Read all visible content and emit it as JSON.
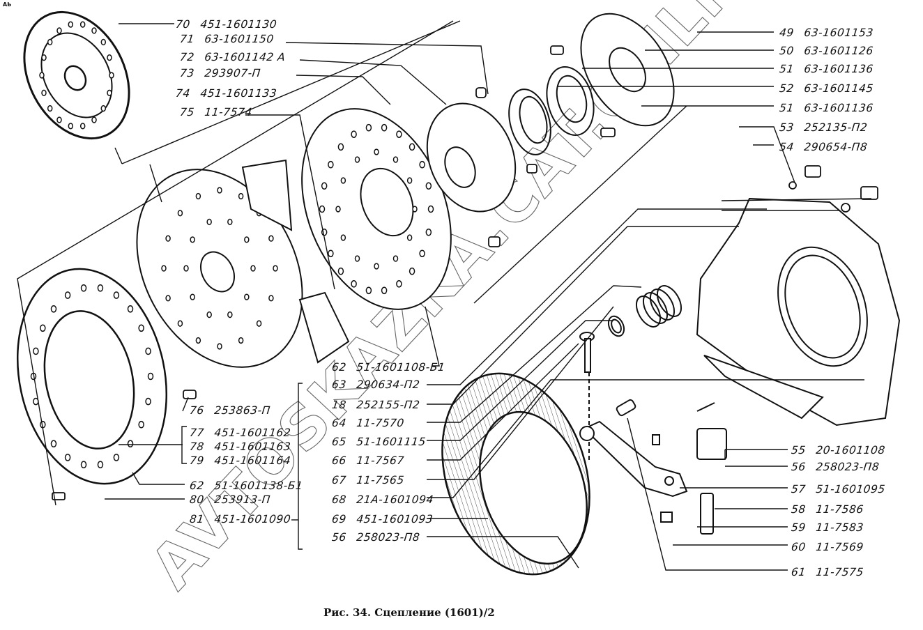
{
  "figure": {
    "caption": "Рис. 34. Сцепление (1601)/2",
    "corner_mark": "AЬ",
    "watermark": "AVTOSKAZKA.CAT.ONLINE",
    "ink_color": "#111111",
    "background_color": "#ffffff"
  },
  "callouts": {
    "top_left": [
      {
        "num": "70",
        "part": "451-1601130"
      },
      {
        "num": "71",
        "part": "63-1601150"
      },
      {
        "num": "72",
        "part": "63-1601142 A"
      },
      {
        "num": "73",
        "part": "293907-П"
      },
      {
        "num": "74",
        "part": "451-1601133"
      },
      {
        "num": "75",
        "part": "11-7574"
      }
    ],
    "top_right": [
      {
        "num": "49",
        "part": "63-1601153"
      },
      {
        "num": "50",
        "part": "63-1601126"
      },
      {
        "num": "51",
        "part": "63-1601136"
      },
      {
        "num": "52",
        "part": "63-1601145"
      },
      {
        "num": "51",
        "part": "63-1601136"
      },
      {
        "num": "53",
        "part": "252135-П2"
      },
      {
        "num": "54",
        "part": "290654-П8"
      }
    ],
    "bottom_left": [
      {
        "num": "76",
        "part": "253863-П"
      },
      {
        "num": "77",
        "part": "451-1601162"
      },
      {
        "num": "78",
        "part": "451-1601163"
      },
      {
        "num": "79",
        "part": "451-1601164"
      },
      {
        "num": "62",
        "part": "51-1601138-Б1"
      },
      {
        "num": "80",
        "part": "253913-П"
      },
      {
        "num": "81",
        "part": "451-1601090"
      }
    ],
    "bottom_center": [
      {
        "num": "62",
        "part": "51-1601108-Б1"
      },
      {
        "num": "63",
        "part": "290634-П2"
      },
      {
        "num": "18",
        "part": "252155-П2"
      },
      {
        "num": "64",
        "part": "11-7570"
      },
      {
        "num": "65",
        "part": "51-1601115"
      },
      {
        "num": "66",
        "part": "11-7567"
      },
      {
        "num": "67",
        "part": "11-7565"
      },
      {
        "num": "68",
        "part": "21А-1601094"
      },
      {
        "num": "69",
        "part": "451-1601093"
      },
      {
        "num": "56",
        "part": "258023-П8"
      }
    ],
    "bottom_right": [
      {
        "num": "55",
        "part": "20-1601108"
      },
      {
        "num": "56",
        "part": "258023-П8"
      },
      {
        "num": "57",
        "part": "51-1601095"
      },
      {
        "num": "58",
        "part": "11-7586"
      },
      {
        "num": "59",
        "part": "11-7583"
      },
      {
        "num": "60",
        "part": "11-7569"
      },
      {
        "num": "61",
        "part": "11-7575"
      }
    ]
  }
}
